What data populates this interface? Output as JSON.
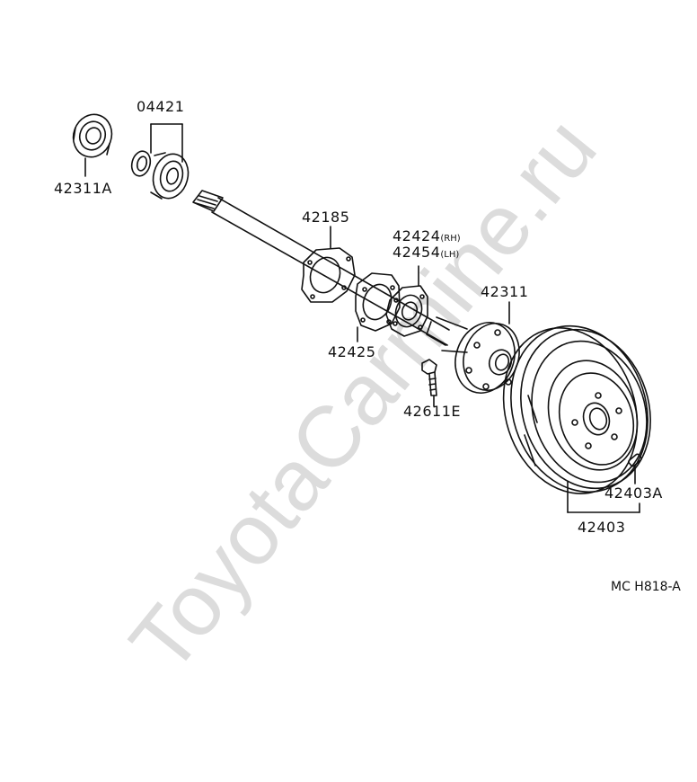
{
  "watermark": "ToyotaCarmine.ru",
  "figure_code": "MC H818-A",
  "parts": {
    "p42311A": "42311A",
    "p04421": "04421",
    "p42185": "42185",
    "p42424": "42424",
    "p42424_side": "(RH)",
    "p42454": "42454",
    "p42454_side": "(LH)",
    "p42425": "42425",
    "p42311": "42311",
    "p42611E": "42611E",
    "p42403A": "42403A",
    "p42403": "42403"
  },
  "colors": {
    "line": "#111111",
    "watermark": "#dcdcdc",
    "background": "#ffffff"
  }
}
